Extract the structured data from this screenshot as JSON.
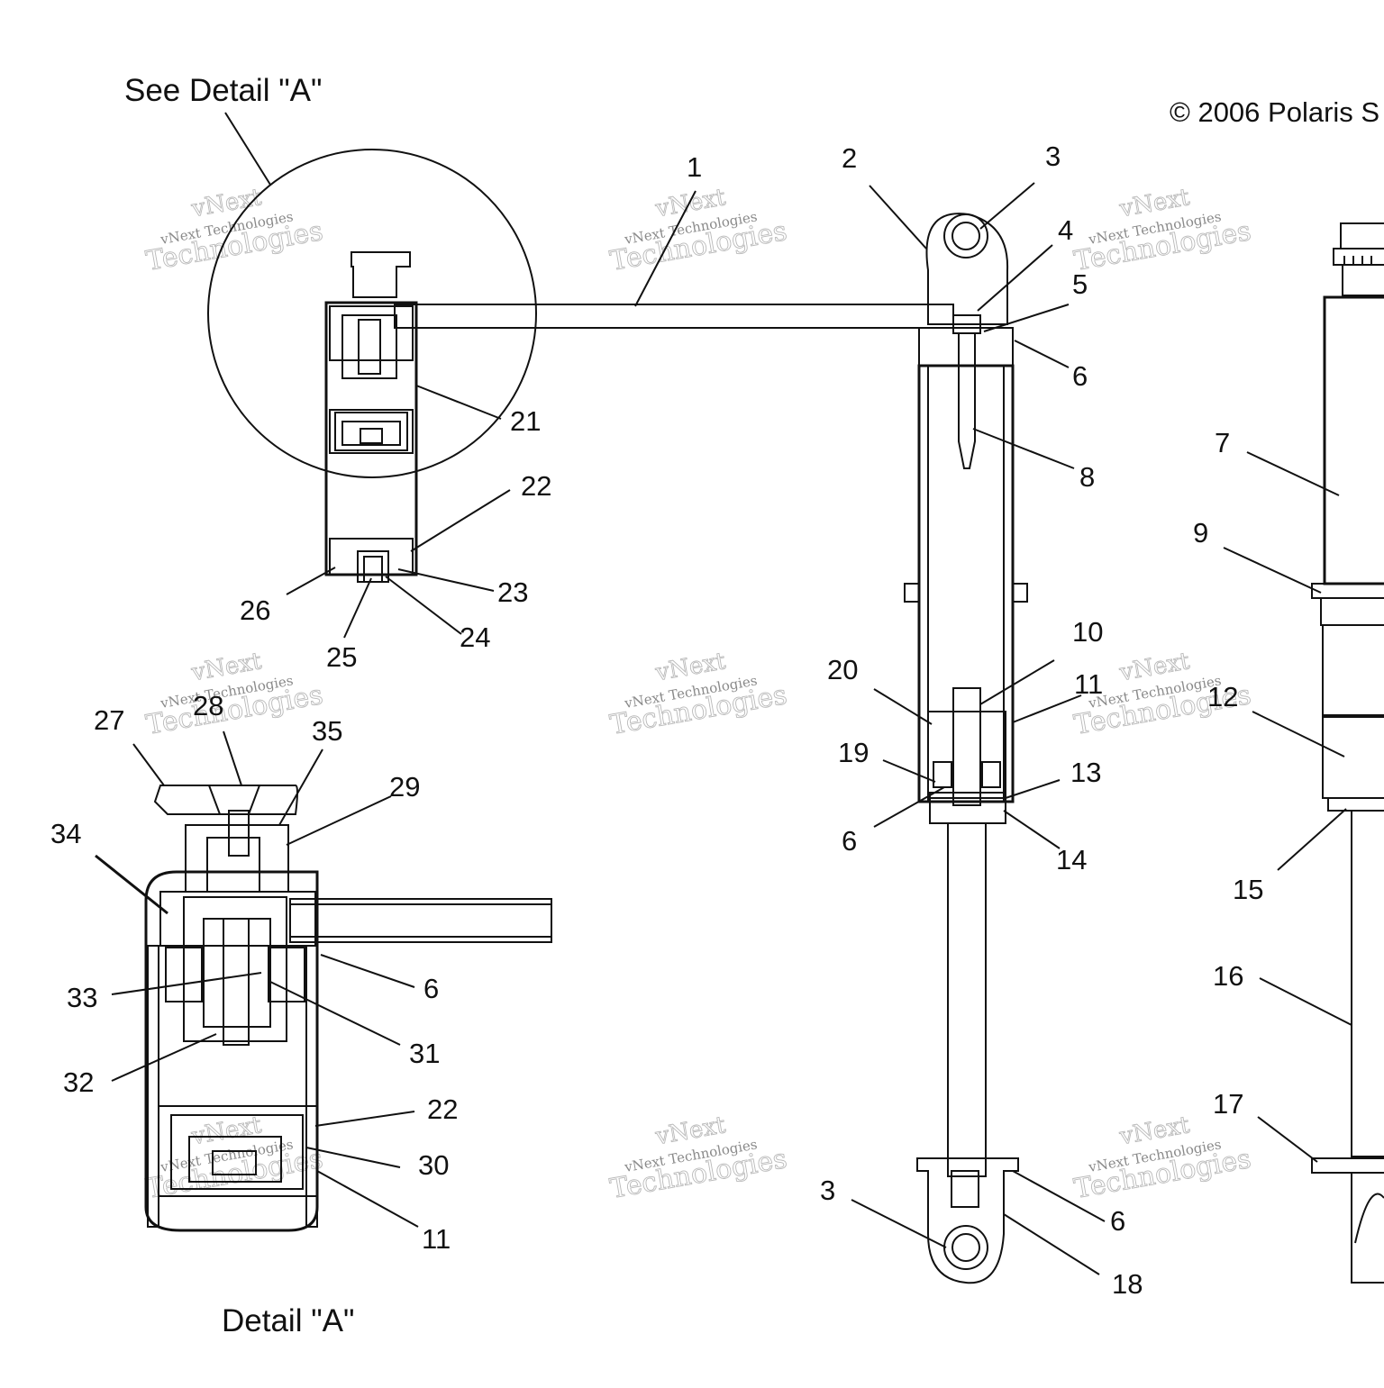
{
  "copyright": "© 2006 Polaris S",
  "see_detail": "See Detail \"A\"",
  "detail_title": "Detail \"A\"",
  "watermark": {
    "line1": "vNext",
    "line2": "vNext Technologies",
    "line3": "Technologies"
  },
  "callouts": {
    "c1": "1",
    "c2": "2",
    "c3a": "3",
    "c3b": "3",
    "c4": "4",
    "c5": "5",
    "c6a": "6",
    "c6b": "6",
    "c6c": "6",
    "c6d": "6",
    "c7": "7",
    "c8": "8",
    "c9": "9",
    "c10": "10",
    "c11a": "11",
    "c11b": "11",
    "c12": "12",
    "c13": "13",
    "c14": "14",
    "c15": "15",
    "c16": "16",
    "c17": "17",
    "c18": "18",
    "c19": "19",
    "c20": "20",
    "c21": "21",
    "c22a": "22",
    "c22b": "22",
    "c23": "23",
    "c24": "24",
    "c25": "25",
    "c26": "26",
    "c27": "27",
    "c28": "28",
    "c29": "29",
    "c30": "30",
    "c31": "31",
    "c32": "32",
    "c33": "33",
    "c34": "34",
    "c35": "35"
  }
}
